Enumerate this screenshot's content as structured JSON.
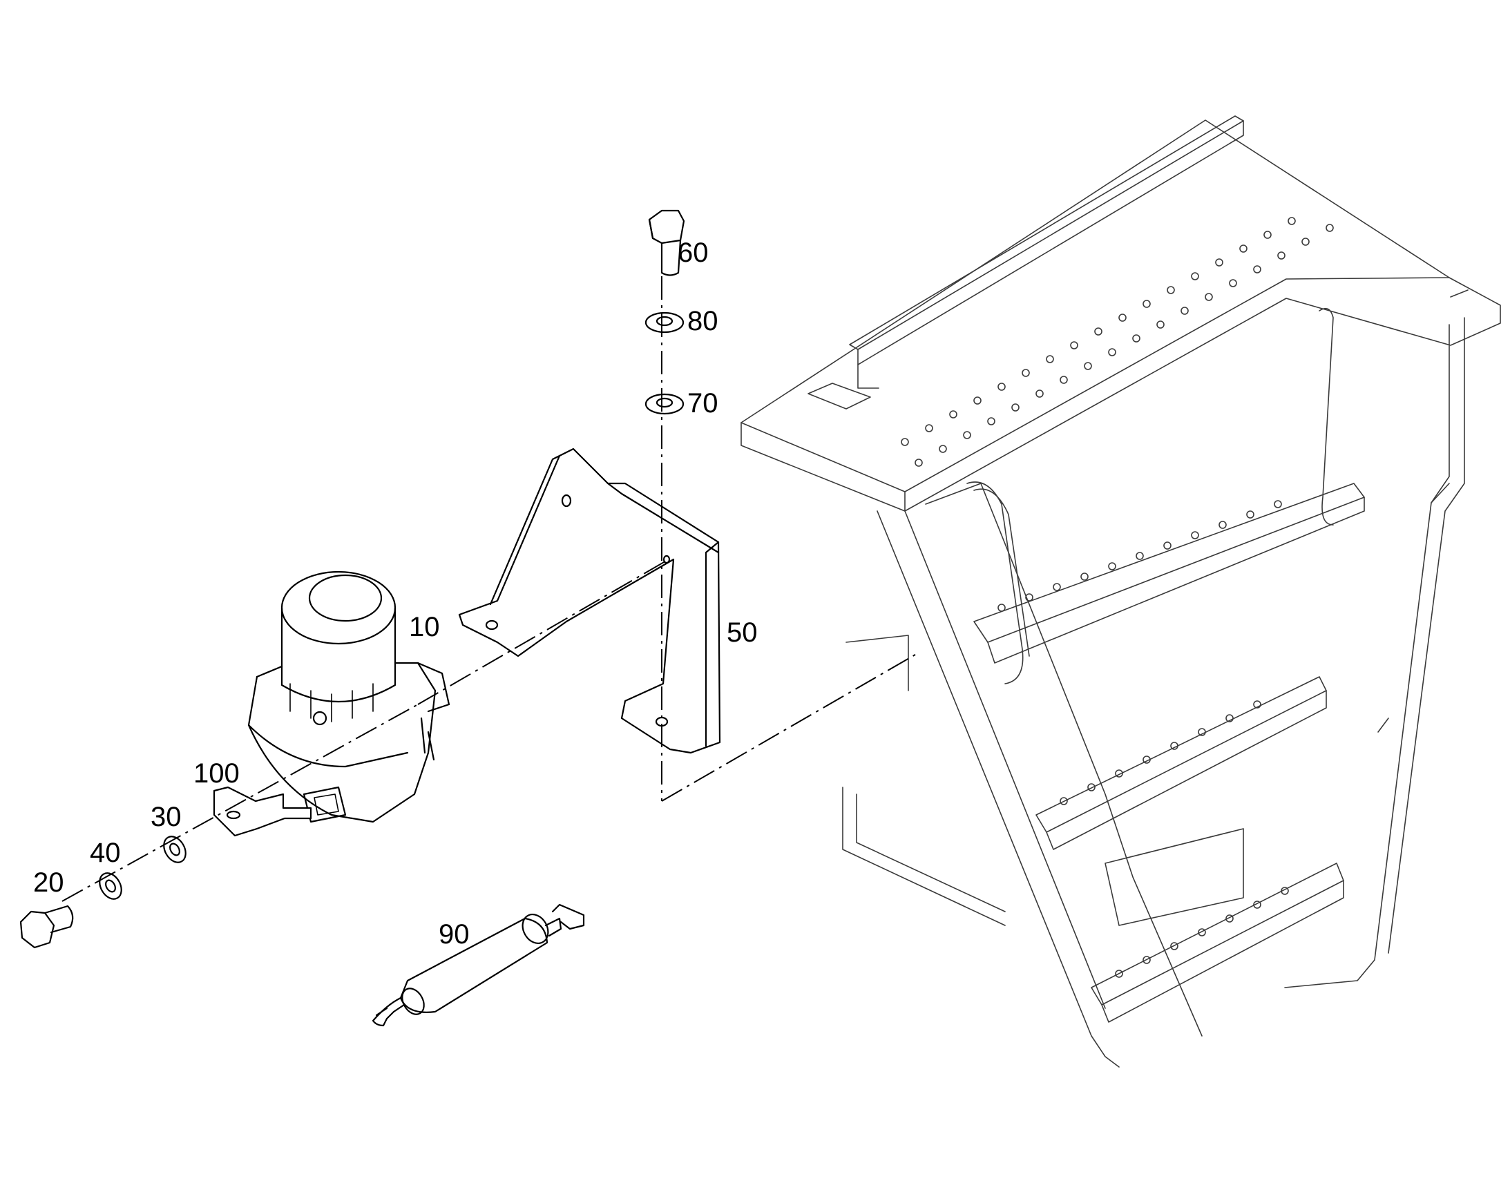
{
  "callouts": {
    "c10": "10",
    "c20": "20",
    "c30": "30",
    "c40": "40",
    "c50": "50",
    "c60": "60",
    "c70": "70",
    "c80": "80",
    "c90": "90",
    "c100": "100"
  },
  "colors": {
    "line": "#000000",
    "background": "#ffffff"
  }
}
